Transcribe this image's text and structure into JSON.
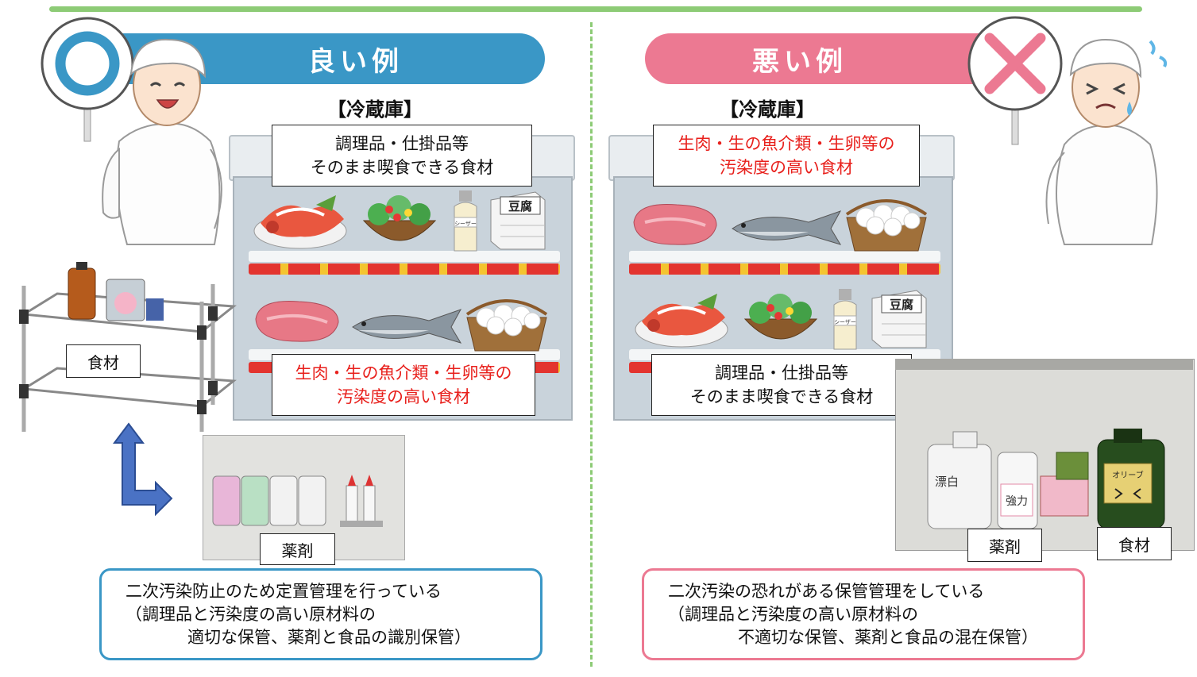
{
  "good": {
    "title": "良い例",
    "fridge_label": "【冷蔵庫】",
    "top_box": [
      "調理品・仕掛品等",
      "そのまま喫食できる食材"
    ],
    "bottom_box": [
      "生肉・生の魚介類・生卵等の",
      "汚染度の高い食材"
    ],
    "rack_tag": "食材",
    "chem_tag": "薬剤",
    "tofu_label": "豆腐",
    "dressing_label": "シーザー",
    "summary": [
      "二次汚染防止のため定置管理を行っている",
      "（調理品と汚染度の高い原材料の",
      "適切な保管、薬剤と食品の識別保管）"
    ]
  },
  "bad": {
    "title": "悪い例",
    "fridge_label": "【冷蔵庫】",
    "top_box": [
      "生肉・生の魚介類・生卵等の",
      "汚染度の高い食材"
    ],
    "bottom_box": [
      "調理品・仕掛品等",
      "そのまま喫食できる食材"
    ],
    "chem_tag": "薬剤",
    "food_tag": "食材",
    "tofu_label": "豆腐",
    "dressing_label": "シーザー",
    "bleach_label": "漂白",
    "strong_label": "強力",
    "oil_label": "オリーブ",
    "summary": [
      "二次汚染の恐れがある保管管理をしている",
      "（調理品と汚染度の高い原材料の",
      "不適切な保管、薬剤と食品の混在保管）"
    ]
  },
  "colors": {
    "good_accent": "#3a97c6",
    "bad_accent": "#ec7992",
    "divider": "#8dcb76",
    "warning_text": "#e8201c"
  }
}
